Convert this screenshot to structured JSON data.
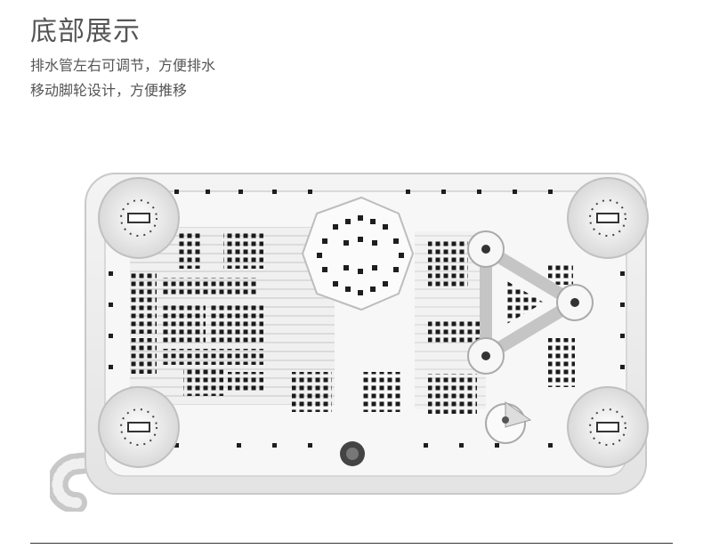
{
  "heading": "底部展示",
  "features": [
    "排水管左右可调节，方便排水",
    "移动脚轮设计，方便推移"
  ],
  "photo_subject": "washing machine base viewed from below"
}
